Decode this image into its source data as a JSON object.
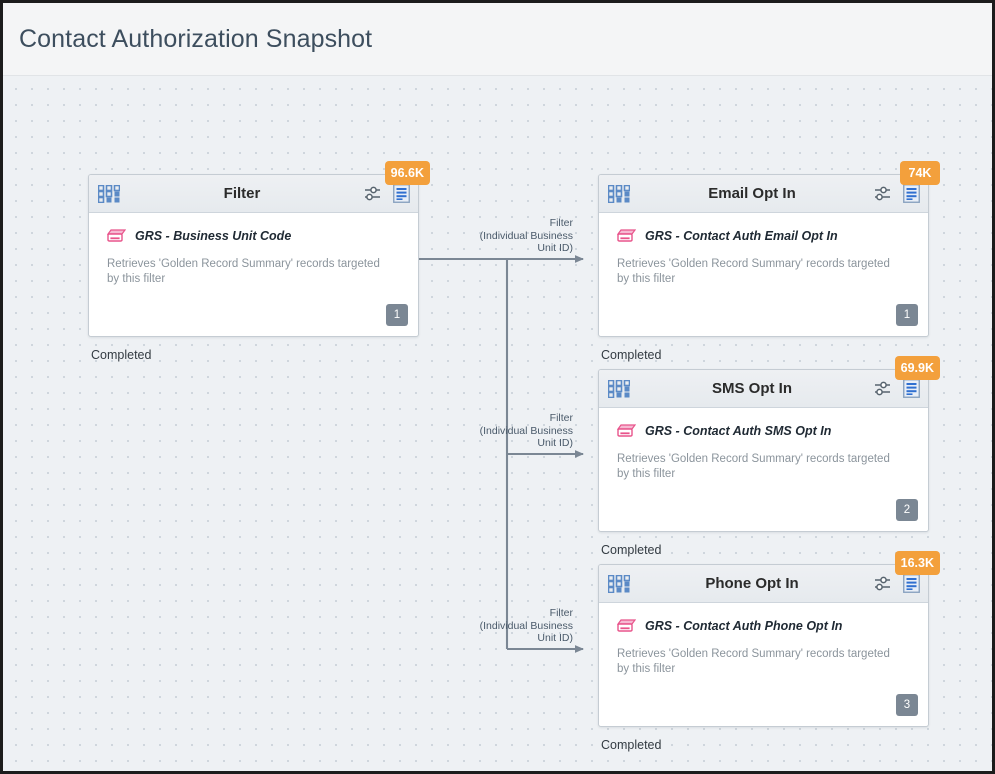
{
  "header": {
    "title": "Contact Authorization Snapshot"
  },
  "canvas": {
    "background_color": "#eef1f4",
    "dot_color": "#c9d1d9"
  },
  "colors": {
    "count_badge": "#f3a03c",
    "seq_badge": "#7b8794",
    "node_header": "#e9edf1",
    "edge": "#7b8794",
    "accent_blue": "#5b8ac6",
    "db_icon_pink": "#e8548b"
  },
  "shared": {
    "description": "Retrieves 'Golden Record Summary' records targeted by this filter",
    "status": "Completed",
    "edge_label_line1": "Filter",
    "edge_label_line2": "(Individual Business",
    "edge_label_line3": "Unit ID)"
  },
  "nodes": [
    {
      "id": "filter",
      "title": "Filter",
      "field": "GRS - Business Unit Code",
      "description": "Retrieves 'Golden Record Summary' records targeted by this filter",
      "count": "96.6K",
      "sequence": "1",
      "status": "Completed",
      "icons": {
        "left": "grid-icon",
        "settings": "sliders-icon",
        "document": "document-icon",
        "field": "database-icon"
      }
    },
    {
      "id": "email-opt-in",
      "title": "Email Opt In",
      "field": "GRS - Contact Auth Email Opt In",
      "description": "Retrieves 'Golden Record Summary' records targeted by this filter",
      "count": "74K",
      "sequence": "1",
      "status": "Completed",
      "icons": {
        "left": "grid-icon",
        "settings": "sliders-icon",
        "document": "document-icon",
        "field": "database-icon"
      }
    },
    {
      "id": "sms-opt-in",
      "title": "SMS Opt In",
      "field": "GRS - Contact Auth SMS Opt In",
      "description": "Retrieves 'Golden Record Summary' records targeted by this filter",
      "count": "69.9K",
      "sequence": "2",
      "status": "Completed",
      "icons": {
        "left": "grid-icon",
        "settings": "sliders-icon",
        "document": "document-icon",
        "field": "database-icon"
      }
    },
    {
      "id": "phone-opt-in",
      "title": "Phone Opt In",
      "field": "GRS - Contact Auth Phone Opt In",
      "description": "Retrieves 'Golden Record Summary' records targeted by this filter",
      "count": "16.3K",
      "sequence": "3",
      "status": "Completed",
      "icons": {
        "left": "grid-icon",
        "settings": "sliders-icon",
        "document": "document-icon",
        "field": "database-icon"
      }
    }
  ],
  "edges": [
    {
      "id": "edge-filter-email",
      "from": "filter",
      "to": "email-opt-in",
      "label_line1": "Filter",
      "label_line2": "(Individual Business",
      "label_line3": "Unit ID)"
    },
    {
      "id": "edge-filter-sms",
      "from": "filter",
      "to": "sms-opt-in",
      "label_line1": "Filter",
      "label_line2": "(Individual Business",
      "label_line3": "Unit ID)"
    },
    {
      "id": "edge-filter-phone",
      "from": "filter",
      "to": "phone-opt-in",
      "label_line1": "Filter",
      "label_line2": "(Individual Business",
      "label_line3": "Unit ID)"
    }
  ]
}
